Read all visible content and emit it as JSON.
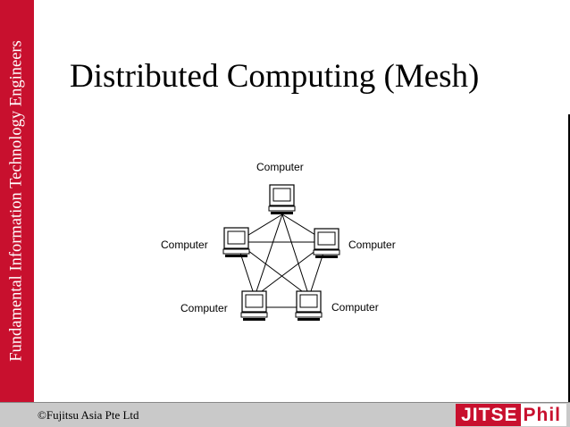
{
  "sidebar": {
    "text": "Fundamental Information Technology Engineers",
    "color": "#c8102e"
  },
  "slide": {
    "title": "Distributed Computing (Mesh)"
  },
  "diagram": {
    "nodes": [
      {
        "id": "top",
        "label": "Computer"
      },
      {
        "id": "left",
        "label": "Computer"
      },
      {
        "id": "right",
        "label": "Computer"
      },
      {
        "id": "bottom-left",
        "label": "Computer"
      },
      {
        "id": "bottom-right",
        "label": "Computer"
      }
    ]
  },
  "footer": {
    "copyright": "©Fujitsu Asia Pte Ltd",
    "logo_left": "JITSE",
    "logo_right": "Phil"
  }
}
